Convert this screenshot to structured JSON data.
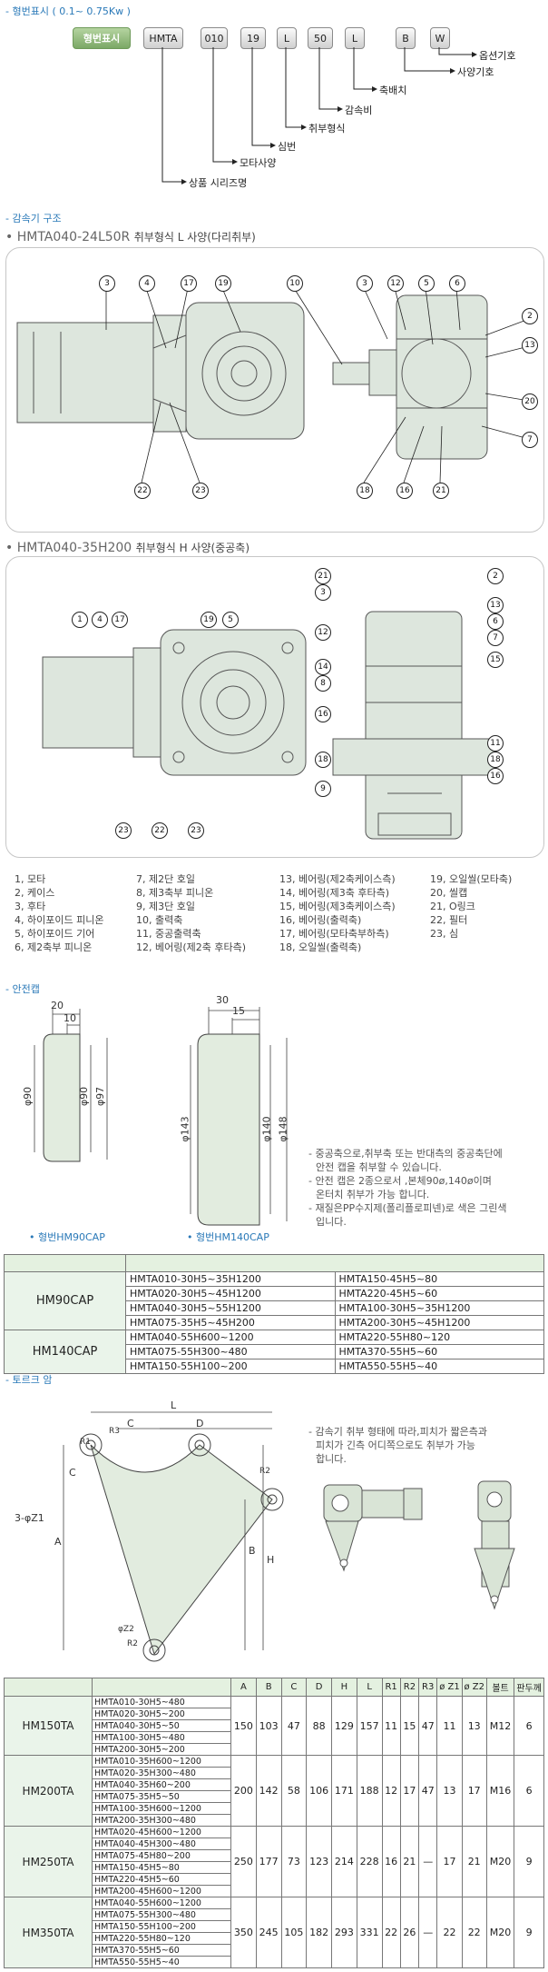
{
  "naming": {
    "title": "- 형번표시 ( 0.1~ 0.75Kw )",
    "codes": [
      "형번표시",
      "HMTA",
      "010",
      "19",
      "L",
      "50",
      "L",
      "B",
      "W"
    ],
    "labels": [
      "옵션기호",
      "사양기호",
      "축배치",
      "감속비",
      "취부형식",
      "심번",
      "모타사양",
      "상품 시리즈명"
    ]
  },
  "structure": {
    "title": "- 감속기 구조",
    "fig1_title": "• HMTA040-24L50R",
    "fig1_sub": "취부형식 L 사양(다리취부)",
    "fig2_title": "• HMTA040-35H200",
    "fig2_sub": "취부형식 H 사양(중공축)",
    "fig1_callouts_top": [
      "3",
      "4",
      "17",
      "19",
      "10",
      "3",
      "12",
      "5",
      "6"
    ],
    "fig1_callouts_right": [
      "2",
      "13",
      "20",
      "7"
    ],
    "fig1_callouts_bottom": [
      "22",
      "23",
      "18",
      "16",
      "21"
    ],
    "fig2_callouts_top": [
      "1",
      "4",
      "17",
      "19",
      "5",
      "21",
      "3",
      "2",
      "13",
      "6",
      "7",
      "12",
      "15",
      "14",
      "8",
      "16",
      "11",
      "18",
      "9"
    ],
    "fig2_callouts_bottom": [
      "23",
      "22",
      "23",
      "18",
      "16"
    ],
    "parts": [
      [
        "1, 모타",
        "2, 케이스",
        "3, 후타",
        "4, 하이포이드 피니온",
        "5, 하이포이드 기어",
        "6, 제2축부 피니온"
      ],
      [
        "7, 제2단 호일",
        "8, 제3축부 피니온",
        "9, 제3단 호일",
        "10, 출력축",
        "11, 중공출력축",
        "12, 베어링(제2축 후타측)"
      ],
      [
        "13, 베어링(제2축케이스측)",
        "14, 베어링(제3축 후타측)",
        "15, 베어링(제3축케이스측)",
        "16, 베어링(출력축)",
        "17, 베어링(모타축부하측)",
        "18, 오일씰(출력축)"
      ],
      [
        "19, 오일씰(모타축)",
        "20, 씰캡",
        "21, O링크",
        "22, 필터",
        "23, 심"
      ]
    ]
  },
  "safety_cap": {
    "title": "- 안전캡",
    "dims_a": [
      "20",
      "10",
      "φ90",
      "φ90",
      "φ97"
    ],
    "dims_b": [
      "30",
      "15",
      "φ143",
      "φ140",
      "φ148"
    ],
    "caption_a": "• 형번HM90CAP",
    "caption_b": "• 형번HM140CAP",
    "notes": [
      "- 중공축으로,취부축 또는 반대측의 중공축단에",
      "  안전 캡을 취부할 수 있습니다.",
      "- 안전 캡은 2종으로서 ,본체90ø,140ø이며",
      "  온터치 취부가 가능 합니다.",
      "- 재질은PP수지제(폴리플로피넨)로 색은 그린색",
      "  입니다."
    ],
    "table": [
      {
        "model": "HM90CAP",
        "rows": [
          [
            "HMTA010-30H5~35H1200",
            "HMTA150-45H5~80"
          ],
          [
            "HMTA020-30H5~45H1200",
            "HMTA220-45H5~60"
          ],
          [
            "HMTA040-30H5~55H1200",
            "HMTA100-30H5~35H1200"
          ],
          [
            "HMTA075-35H5~45H200",
            "HMTA200-30H5~45H1200"
          ]
        ]
      },
      {
        "model": "HM140CAP",
        "rows": [
          [
            "HMTA040-55H600~1200",
            "HMTA220-55H80~120"
          ],
          [
            "HMTA075-55H300~480",
            "HMTA370-55H5~60"
          ],
          [
            "HMTA150-55H100~200",
            "HMTA550-55H5~40"
          ]
        ]
      }
    ]
  },
  "torque_arm": {
    "title": "- 토르크 암",
    "dim_labels": [
      "L",
      "C",
      "D",
      "R3",
      "C",
      "R1",
      "3-φZ1",
      "A",
      "B",
      "H",
      "R2",
      "φZ2",
      "R2"
    ],
    "notes": [
      "- 감속기 취부 형태에 따라,피치가 짧은측과",
      "  피치가 긴측 어디쪽으로도 취부가 가능",
      "  합니다."
    ],
    "headers": [
      "A",
      "B",
      "C",
      "D",
      "H",
      "L",
      "R1",
      "R2",
      "R3",
      "ø Z1",
      "ø Z2",
      "볼트",
      "판두께"
    ],
    "groups": [
      {
        "model": "HM150TA",
        "items": [
          "HMTA010-30H5~480",
          "HMTA020-30H5~200",
          "HMTA040-30H5~50",
          "HMTA100-30H5~480",
          "HMTA200-30H5~200"
        ],
        "vals": [
          "150",
          "103",
          "47",
          "88",
          "129",
          "157",
          "11",
          "15",
          "47",
          "11",
          "13",
          "M12",
          "6"
        ]
      },
      {
        "model": "HM200TA",
        "items": [
          "HMTA010-35H600~1200",
          "HMTA020-35H300~480",
          "HMTA040-35H60~200",
          "HMTA075-35H5~50",
          "HMTA100-35H600~1200",
          "HMTA200-35H300~480"
        ],
        "vals": [
          "200",
          "142",
          "58",
          "106",
          "171",
          "188",
          "12",
          "17",
          "47",
          "13",
          "17",
          "M16",
          "6"
        ]
      },
      {
        "model": "HM250TA",
        "items": [
          "HMTA020-45H600~1200",
          "HMTA040-45H300~480",
          "HMTA075-45H80~200",
          "HMTA150-45H5~80",
          "HMTA220-45H5~60",
          "HMTA200-45H600~1200"
        ],
        "vals": [
          "250",
          "177",
          "73",
          "123",
          "214",
          "228",
          "16",
          "21",
          "—",
          "17",
          "21",
          "M20",
          "9"
        ]
      },
      {
        "model": "HM350TA",
        "items": [
          "HMTA040-55H600~1200",
          "HMTA075-55H300~480",
          "HMTA150-55H100~200",
          "HMTA220-55H80~120",
          "HMTA370-55H5~60",
          "HMTA550-55H5~40"
        ],
        "vals": [
          "350",
          "245",
          "105",
          "182",
          "293",
          "331",
          "22",
          "26",
          "—",
          "22",
          "22",
          "M20",
          "9"
        ]
      }
    ]
  },
  "colors": {
    "accent": "#2a79b8",
    "header_green": "#e4f1e0",
    "code_green": "#7ba866"
  }
}
